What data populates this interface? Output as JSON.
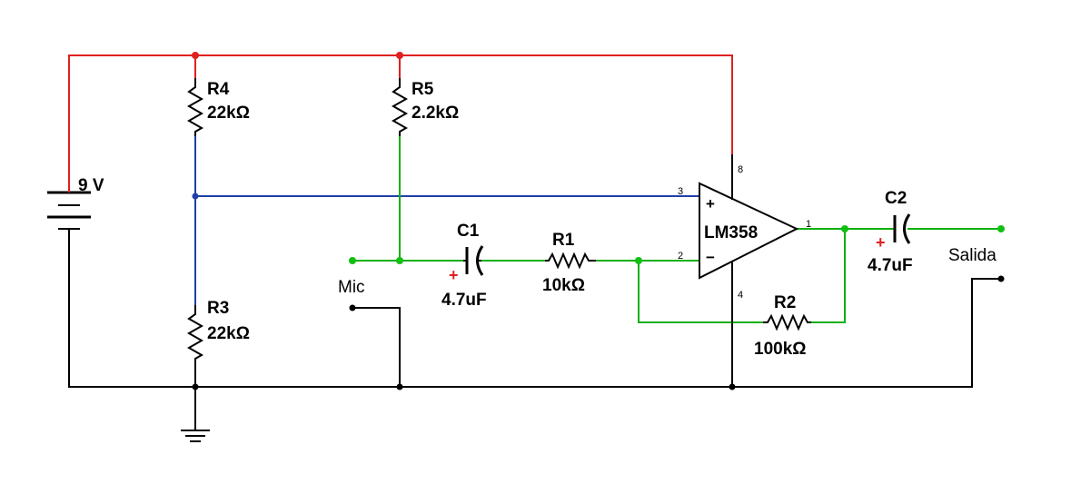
{
  "colors": {
    "supply": "#e02020",
    "bias": "#1f3fa8",
    "signal": "#10b010",
    "ground": "#000000",
    "node_green": "#10c010"
  },
  "components": {
    "battery": {
      "value": "9 V"
    },
    "r4": {
      "ref": "R4",
      "value": "22kΩ"
    },
    "r5": {
      "ref": "R5",
      "value": "2.2kΩ"
    },
    "r3": {
      "ref": "R3",
      "value": "22kΩ"
    },
    "c1": {
      "ref": "C1",
      "value": "4.7uF",
      "plus": "+"
    },
    "r1": {
      "ref": "R1",
      "value": "10kΩ"
    },
    "r2": {
      "ref": "R2",
      "value": "100kΩ"
    },
    "c2": {
      "ref": "C2",
      "value": "4.7uF",
      "plus": "+"
    },
    "opamp": {
      "name": "LM358",
      "plus_sign": "+",
      "minus_sign": "−",
      "pins": {
        "p1": "1",
        "p2": "2",
        "p3": "3",
        "p4": "4",
        "p8": "8"
      }
    }
  },
  "ports": {
    "mic": "Mic",
    "salida": "Salida"
  }
}
